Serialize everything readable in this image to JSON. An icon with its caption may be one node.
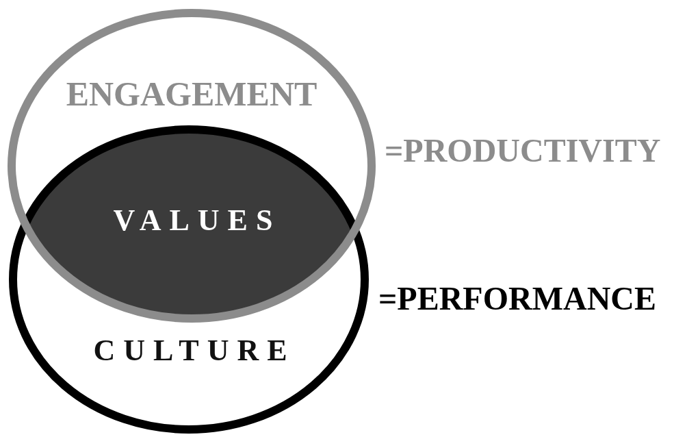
{
  "diagram": {
    "nodes": [
      {
        "text": [
          "ENGAGEMENT"
        ],
        "beside": [
          "=PRODUCTIVITY"
        ]
      },
      {
        "text": [
          "VALUES"
        ]
      },
      {
        "text": [
          "CULTURE"
        ],
        "beside": [
          "=PERFORMANCE"
        ]
      }
    ]
  }
}
